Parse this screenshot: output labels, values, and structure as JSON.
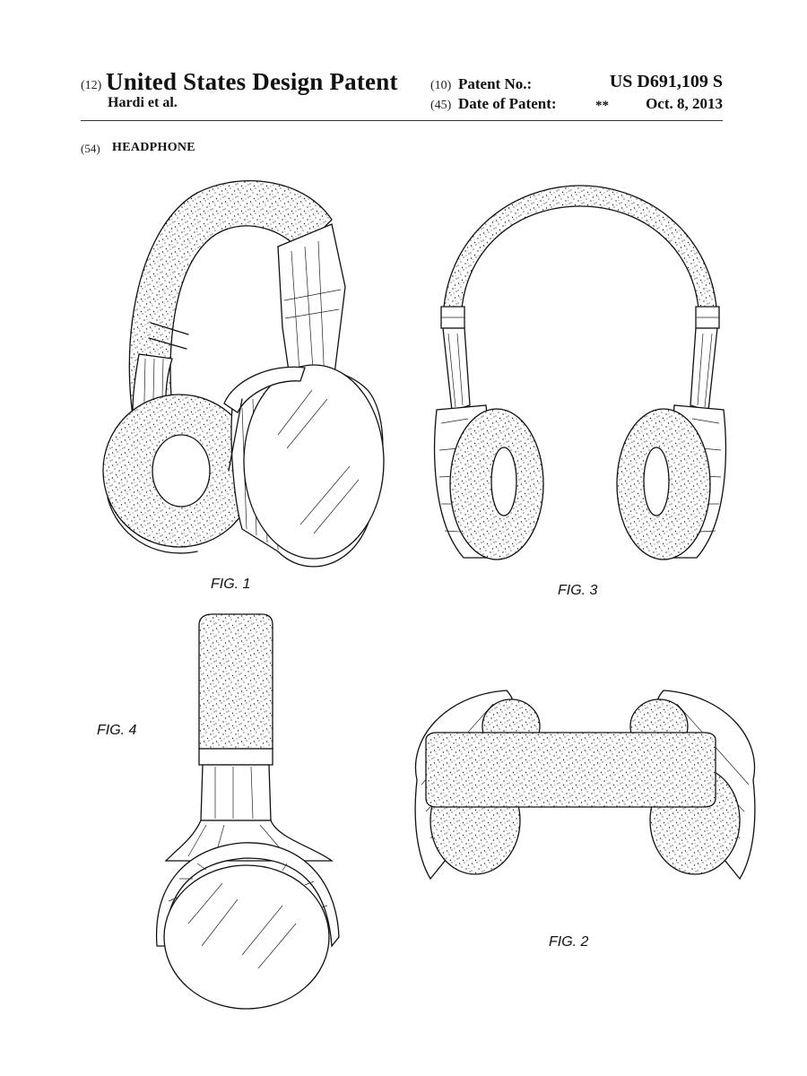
{
  "header": {
    "code_12": "(12)",
    "doc_type": "United States Design Patent",
    "inventor": "Hardi et al.",
    "code_10": "(10)",
    "patent_no_label": "Patent No.:",
    "patent_no": "US D691,109 S",
    "code_45": "(45)",
    "date_label": "Date of Patent:",
    "stars": "**",
    "date": "Oct. 8, 2013"
  },
  "title_section": {
    "code_54": "(54)",
    "title": "HEADPHONE"
  },
  "figures": {
    "fig1_label": "FIG. 1",
    "fig2_label": "FIG. 2",
    "fig3_label": "FIG. 3",
    "fig4_label": "FIG. 4"
  }
}
